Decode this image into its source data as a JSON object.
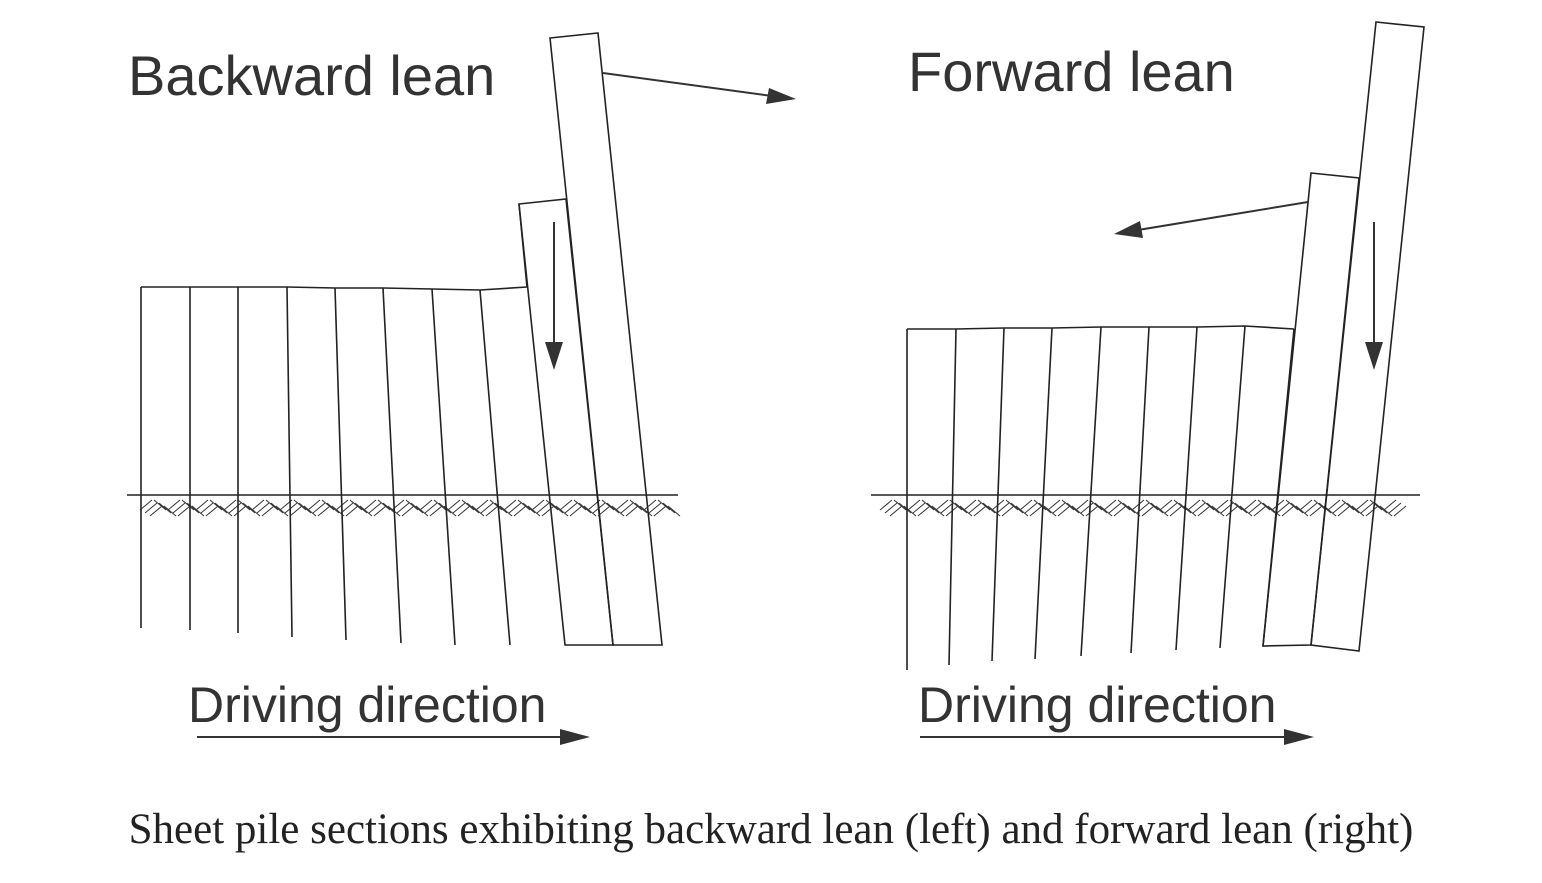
{
  "panels": [
    {
      "title": "Backward lean",
      "direction_label": "Driving direction"
    },
    {
      "title": "Forward lean",
      "direction_label": "Driving direction"
    }
  ],
  "caption": "Sheet pile sections exhibiting backward lean (left) and forward lean (right)"
}
